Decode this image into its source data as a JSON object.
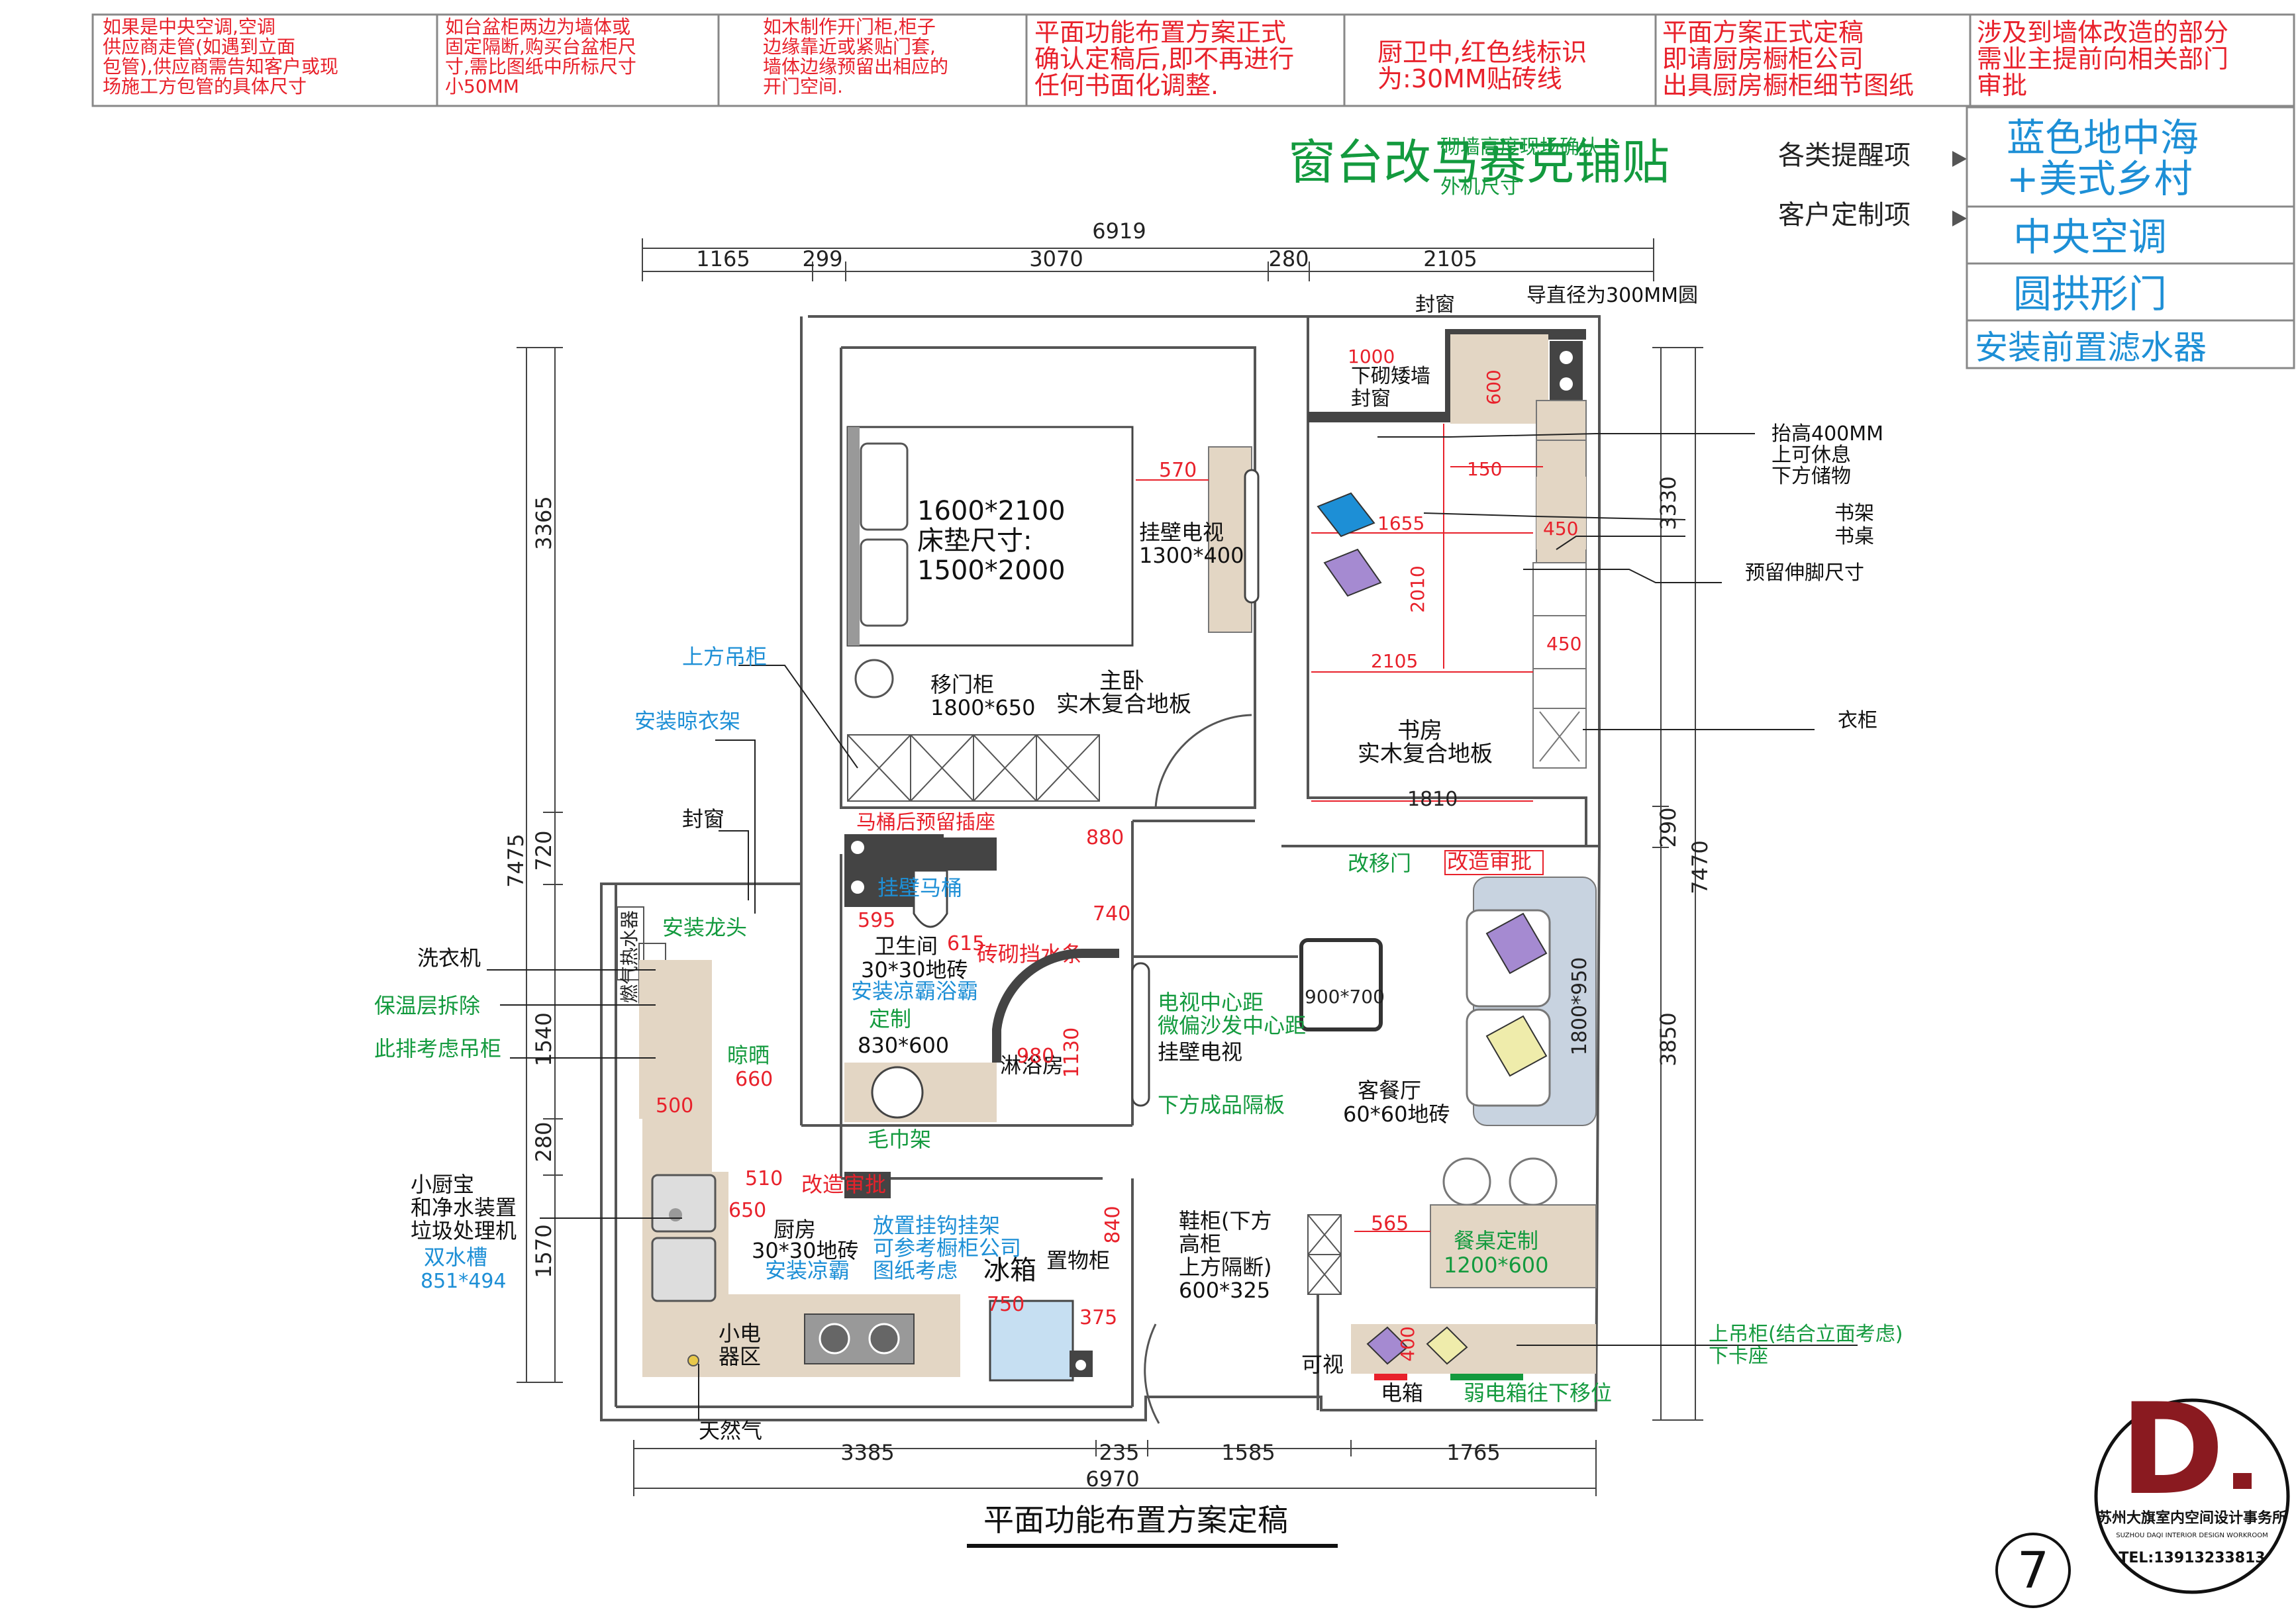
{
  "notes": [
    "如果是中央空调,空调",
    "供应商走管(如遇到立面",
    "包管),供应商需告知客户或现",
    "场施工方包管的具体尺寸",
    "如台盆柜两边为墙体或",
    "固定隔断,购买台盆柜尺",
    "寸,需比图纸中所标尺寸",
    "小50MM",
    "如木制作开门柜,柜子",
    "边缘靠近或紧贴门套,",
    "墙体边缘预留出相应的",
    "开门空间.",
    "平面功能布置方案正式",
    "确认定稿后,即不再进行",
    "任何书面化调整.",
    "厨卫中,红色线标识",
    "为:30MM贴砖线",
    "平面方案正式定稿",
    "即请厨房橱柜公司",
    "出具厨房橱柜细节图纸",
    "涉及到墙体改造的部分",
    "需业主提前向相关部门",
    "审批"
  ],
  "header": {
    "window_title": "窗台改马赛克铺贴",
    "overlay_1": "砌墙高度现场确认",
    "overlay_2": "外机尺寸",
    "reminder_label": "各类提醒项",
    "custom_label": "客户定制项"
  },
  "styles": [
    "蓝色地中海",
    "+美式乡村",
    "中央空调",
    "圆拱形门",
    "安装前置滤水器"
  ],
  "dims": {
    "top_total": "6919",
    "top_segments": [
      "1165",
      "299",
      "3070",
      "280",
      "2105"
    ],
    "bottom_total": "6970",
    "bottom_segments": [
      "3385",
      "235",
      "1585",
      "1765"
    ],
    "left_total": "7475",
    "left_segments": [
      "3365",
      "720",
      "1540",
      "280",
      "1570"
    ],
    "right_total": "7470",
    "right_segments": [
      "3330",
      "290",
      "3850"
    ]
  },
  "rooms": {
    "bed_size_1": "1600*2100",
    "bed_size_2": "床垫尺寸:",
    "bed_size_3": "1500*2000",
    "tv_bedroom": "挂壁电视",
    "tv_bedroom_size": "1300*400",
    "sliding_wardrobe": "移门柜",
    "sliding_wardrobe_size": "1800*650",
    "master_bedroom": "主卧",
    "master_floor": "实木复合地板",
    "study": "书房",
    "study_floor": "实木复合地板",
    "bathroom": "卫生间",
    "bathroom_tile": "30*30地砖",
    "bathroom_heater": "安装凉霸浴霸",
    "vanity_custom": "定制",
    "vanity_size": "830*600",
    "shower": "淋浴房",
    "towel_rack": "毛巾架",
    "wall_toilet": "挂壁马桶",
    "brick_strip": "砖砌挡水条",
    "tv_center_1": "电视中心距",
    "tv_center_2": "微偏沙发中心距",
    "tv_living": "挂壁电视",
    "partition": "下方成品隔板",
    "living": "客餐厅",
    "living_tile": "60*60地砖",
    "table_size": "900*700",
    "sofa_size": "1800*950",
    "change_sliding_door": "改移门",
    "renovation_approval": "改造审批",
    "kitchen": "厨房",
    "kitchen_tile": "30*30地砖",
    "kitchen_heater": "安装凉霸",
    "hooks_1": "放置挂钩挂架",
    "hooks_2": "可参考橱柜公司",
    "hooks_3": "图纸考虑",
    "fridge": "冰箱",
    "shelf": "置物柜",
    "appliance_1": "小电",
    "appliance_2": "器区",
    "shoe_1": "鞋柜(下方",
    "shoe_2": "高柜",
    "shoe_3": "上方隔断)",
    "shoe_size": "600*325",
    "dining_custom": "餐桌定制",
    "dining_size": "1200*600",
    "intercom": "可视",
    "meter_box": "电箱",
    "weak_box": "弱电箱往下移位",
    "drying": "晾晒",
    "faucet": "安装龙头",
    "heater_v": "燃气热水器",
    "top_plan_1": "封窗",
    "top_plan_2": "导直径为300MM圆",
    "low_wall_1": "下砌矮墙",
    "low_wall_2": "封窗"
  },
  "interior_dims": {
    "d570": "570",
    "d1000": "1000",
    "d600": "600",
    "d150": "150",
    "d1655": "1655",
    "d450a": "450",
    "d2010": "2010",
    "d450b": "450",
    "d2105": "2105",
    "d1810": "1810",
    "d880": "880",
    "d740": "740",
    "d595": "595",
    "d615": "615",
    "d980": "980",
    "d1130": "1130",
    "d660": "660",
    "d500": "500",
    "d510": "510",
    "d650": "650",
    "d840": "840",
    "d750": "750",
    "d375": "375",
    "d565": "565",
    "d400": "400"
  },
  "callouts": {
    "upper_cabinet": "上方吊柜",
    "drying_rack": "安装晾衣架",
    "seal_window": "封窗",
    "washer": "洗衣机",
    "insulation": "保温层拆除",
    "row_cabinet": "此排考虑吊柜",
    "small_heater_1": "小厨宝",
    "small_heater_2": "和净水装置",
    "small_heater_3": "垃圾处理机",
    "double_sink": "双水槽",
    "double_sink_size": "851*494",
    "gas": "天然气",
    "raised_1": "抬高400MM",
    "raised_2": "上可休息",
    "raised_3": "下方储物",
    "bookshelf": "书架",
    "desk": "书桌",
    "leg_room": "预留伸脚尺寸",
    "wardrobe": "衣柜",
    "upper_cabinet_right": "上吊柜(结合立面考虑)",
    "lower_card": "下卡座",
    "toilet_socket": "马桶后预留插座"
  },
  "footer": {
    "title": "平面功能布置方案定稿",
    "page": "7"
  },
  "logo": {
    "mark": "D",
    "name_cn": "苏州大旗室内空间设计事务所",
    "name_en": "SUZHOU DAQI INTERIOR DESIGN WORKROOM",
    "tel": "TEL:13913233813"
  },
  "colors": {
    "red": "#e8212b",
    "green": "#139a3e",
    "blue": "#1d8fd6",
    "wood": "#e3d6c4",
    "wall": "#333333"
  }
}
